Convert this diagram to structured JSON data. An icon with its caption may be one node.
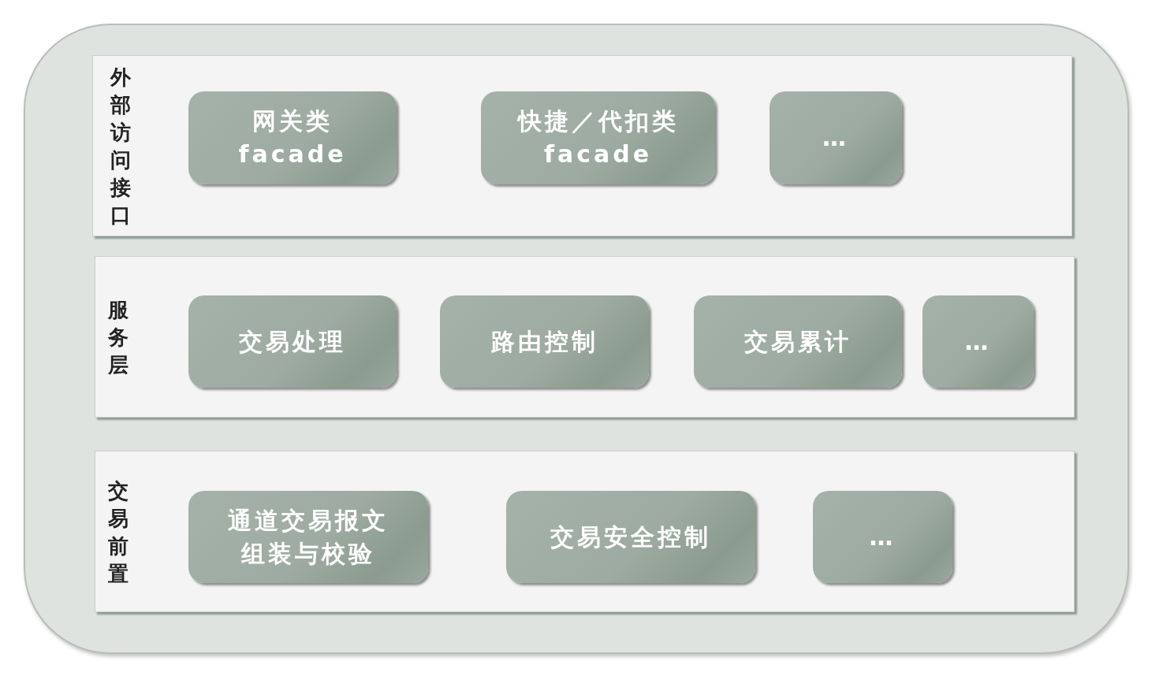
{
  "diagram": {
    "nodes": [
      {
        "text": [],
        "shape": "box"
      },
      {
        "text": [
          "外部访问接口"
        ],
        "in": 0
      },
      {
        "text": [
          "网关类 facade"
        ],
        "in": 1
      },
      {
        "text": [
          "快捷／代扣类 facade"
        ],
        "in": 1
      },
      {
        "text": [
          "…"
        ],
        "in": 1
      },
      {
        "text": [
          "服务层"
        ],
        "in": 0
      },
      {
        "text": [
          "交易处理"
        ],
        "in": 5
      },
      {
        "text": [
          "路由控制"
        ],
        "in": 5
      },
      {
        "text": [
          "交易累计"
        ],
        "in": 5
      },
      {
        "text": [
          "…"
        ],
        "in": 5
      },
      {
        "text": [
          "交易前置"
        ],
        "in": 0
      },
      {
        "text": [
          "通道交易报文组装与校验"
        ],
        "in": 10
      },
      {
        "text": [
          "交易安全控制"
        ],
        "in": 10
      },
      {
        "text": [
          "…"
        ],
        "in": 10
      }
    ]
  }
}
